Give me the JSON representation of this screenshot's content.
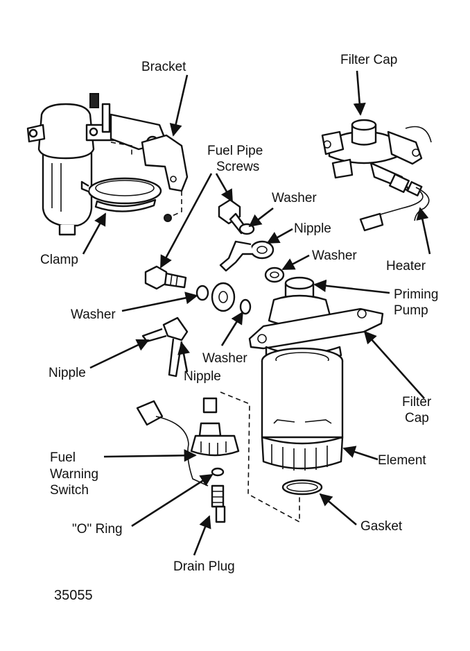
{
  "labels": {
    "bracket": "Bracket",
    "filter_cap_top": "Filter Cap",
    "fuel_pipe_screws_1": "Fuel Pipe",
    "fuel_pipe_screws_2": "Screws",
    "washer_1": "Washer",
    "nipple_1": "Nipple",
    "washer_2": "Washer",
    "clamp": "Clamp",
    "heater": "Heater",
    "priming_pump_1": "Priming",
    "priming_pump_2": "Pump",
    "washer_3": "Washer",
    "washer_4": "Washer",
    "nipple_2": "Nipple",
    "nipple_3": "Nipple",
    "filter_cap_bottom_1": "Filter",
    "filter_cap_bottom_2": "Cap",
    "fuel_warning_switch_1": "Fuel",
    "fuel_warning_switch_2": "Warning",
    "fuel_warning_switch_3": "Switch",
    "element": "Element",
    "o_ring": "\"O\" Ring",
    "gasket": "Gasket",
    "drain_plug": "Drain Plug"
  },
  "figure_number": "35055"
}
